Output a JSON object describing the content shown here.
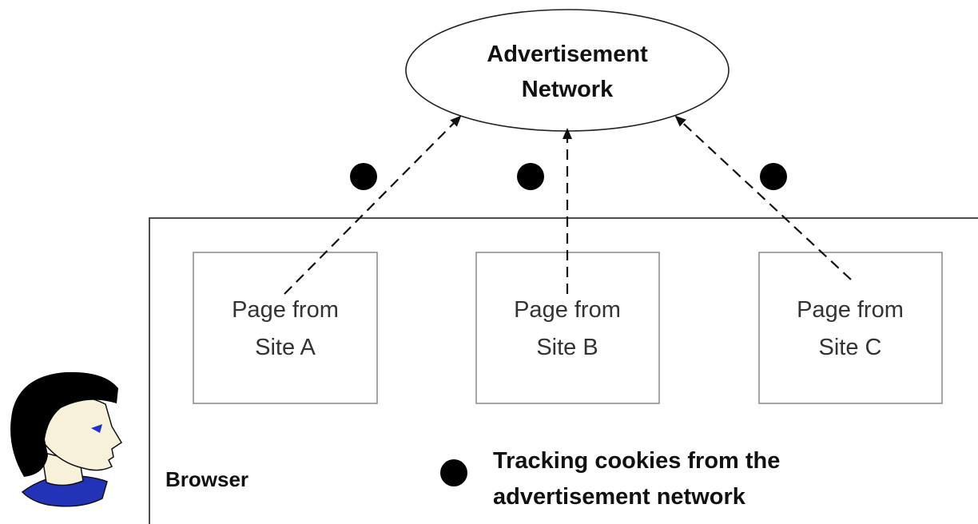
{
  "network": {
    "line1": "Advertisement",
    "line2": "Network"
  },
  "pages": [
    {
      "line1": "Page from",
      "line2": "Site A"
    },
    {
      "line1": "Page from",
      "line2": "Site B"
    },
    {
      "line1": "Page from",
      "line2": "Site C"
    }
  ],
  "browser": {
    "label": "Browser"
  },
  "legend": {
    "line1": "Tracking cookies from the",
    "line2": "advertisement network"
  },
  "colors": {
    "eye": "#1f2fd1",
    "collar": "#2233b8",
    "hair": "#000000",
    "cookie": "#000000"
  },
  "icons": {
    "user": "user-head-icon",
    "cookie": "cookie-dot-icon"
  }
}
